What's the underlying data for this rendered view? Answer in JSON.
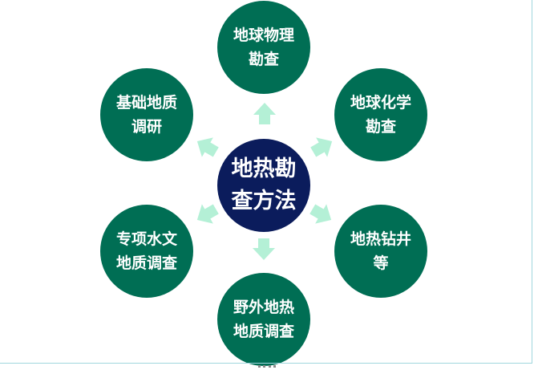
{
  "diagram": {
    "center": {
      "text": "地热勘\n查方法"
    },
    "nodes": [
      {
        "id": "top",
        "text": "地球物理\n勘查"
      },
      {
        "id": "upper-right",
        "text": "地球化学\n勘查"
      },
      {
        "id": "lower-right",
        "text": "地热钻井\n等"
      },
      {
        "id": "bottom",
        "text": "野外地热\n地质调查"
      },
      {
        "id": "lower-left",
        "text": "专项水文\n地质调查"
      },
      {
        "id": "upper-left",
        "text": "基础地质\n调研"
      }
    ],
    "colors": {
      "node_fill": "#006e54",
      "center_fill": "#0b1c5c",
      "arrow_fill": "#b4f0d6",
      "node_text": "#ffffff"
    },
    "arrow_icon": "chevron-arrow-outward"
  }
}
